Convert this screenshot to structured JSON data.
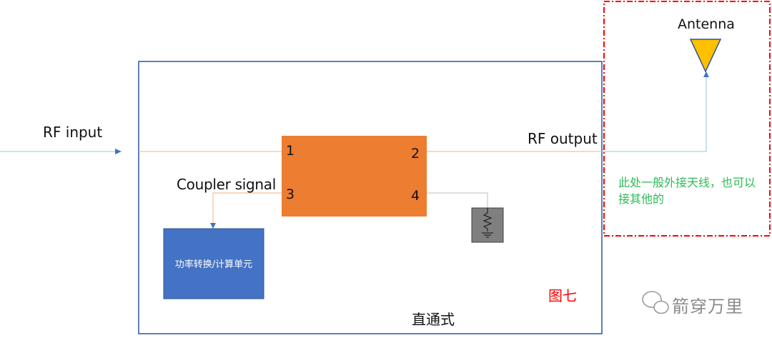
{
  "labels": {
    "rf_input": "RF input",
    "rf_output": "RF output",
    "coupler_signal": "Coupler signal",
    "antenna": "Antenna",
    "power_unit": "功率转换/计算单元",
    "figure": "图七",
    "mode": "直通式",
    "note": "此处一般外接天线，也可以接其他的",
    "watermark": "箭穿万里"
  },
  "ports": [
    "1",
    "2",
    "3",
    "4"
  ],
  "colors": {
    "coupler": "#ed7d31",
    "power_unit": "#4472c4",
    "antenna": "#ffc000",
    "frame": "#2f5597",
    "signal_line": "#f4b183",
    "input_line": "#9dc3e6",
    "dashed_box": "#ff0000",
    "note": "#2dbb55",
    "figure_label": "#ff0000",
    "terminator": "#7f7f7f"
  }
}
